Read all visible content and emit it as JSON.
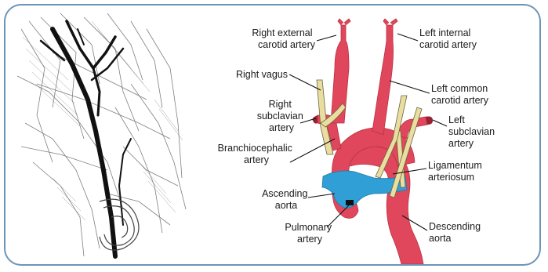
{
  "figure": {
    "labels": {
      "right_external_carotid": [
        "Right external",
        "carotid artery"
      ],
      "left_internal_carotid": [
        "Left internal",
        "carotid artery"
      ],
      "right_vagus": [
        "Right vagus"
      ],
      "left_common_carotid": [
        "Left common",
        "carotid artery"
      ],
      "right_subclavian": [
        "Right",
        "subclavian",
        "artery"
      ],
      "left_subclavian": [
        "Left",
        "subclavian",
        "artery"
      ],
      "brachiocephalic": [
        "Branchiocephalic",
        "artery"
      ],
      "ligamentum": [
        "Ligamentum",
        "arteriosum"
      ],
      "ascending_aorta": [
        "Ascending",
        "aorta"
      ],
      "descending_aorta": [
        "Descending",
        "aorta"
      ],
      "pulmonary_artery": [
        "Pulmonary",
        "artery"
      ]
    },
    "colors": {
      "artery": "#e0475d",
      "artery_dark": "#b8303f",
      "pulmonary": "#2f9fd6",
      "nerve": "#e9dea0",
      "nerve_edge": "#6b6340",
      "frame": "#6d94b8"
    }
  }
}
